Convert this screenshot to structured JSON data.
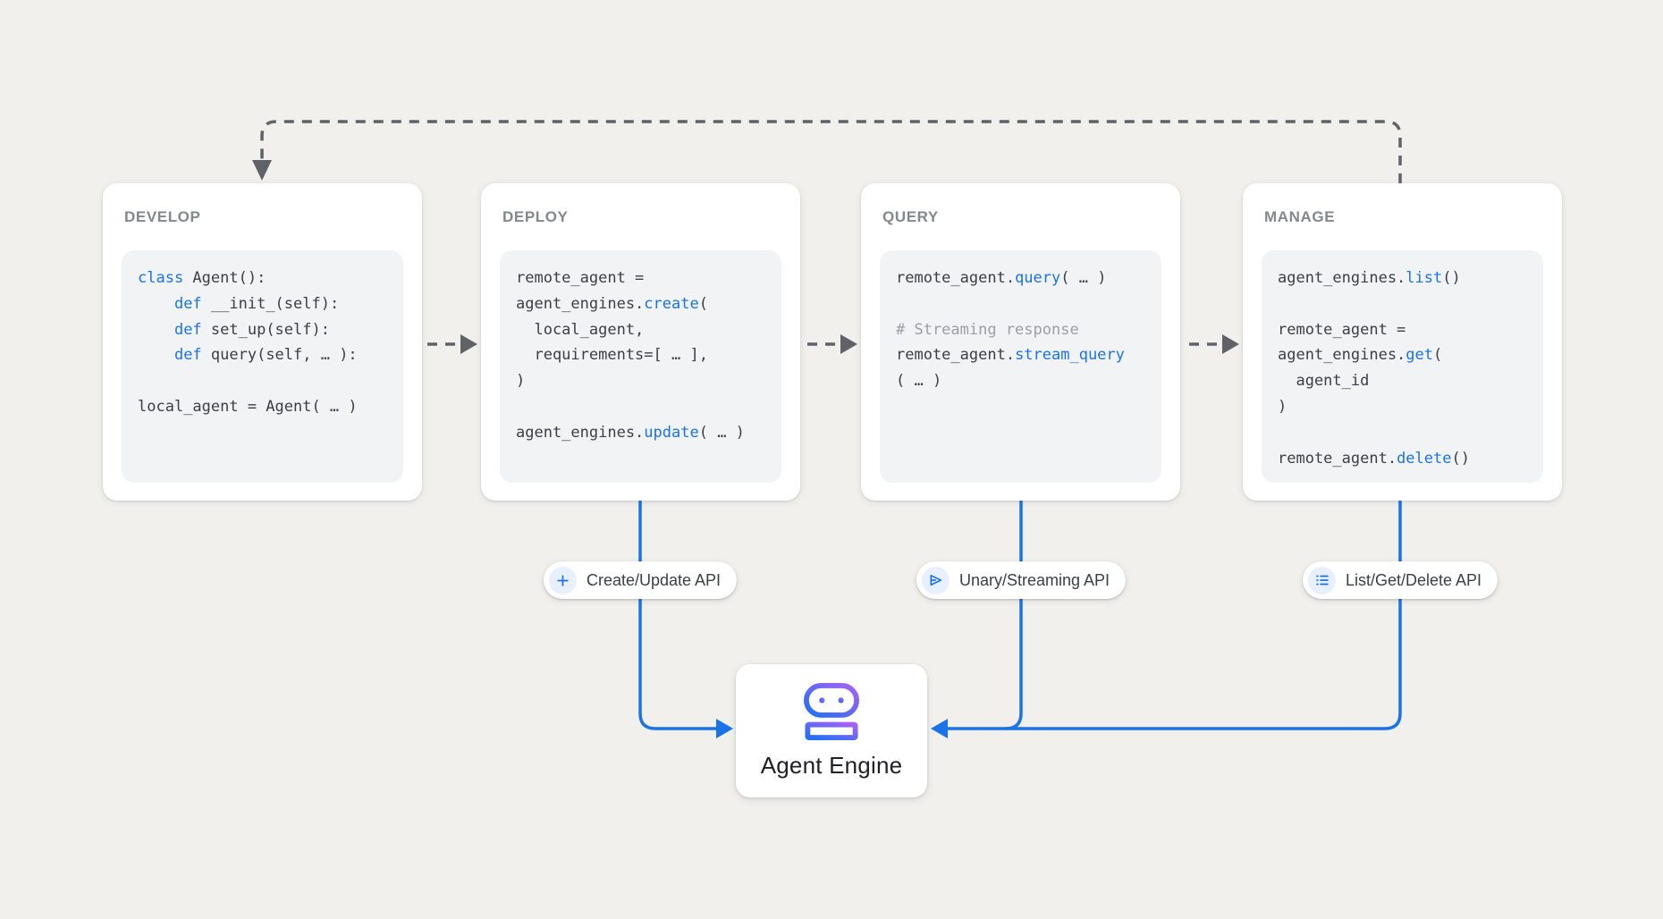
{
  "colors": {
    "background": "#f1f0ed",
    "card_bg": "#ffffff",
    "code_bg": "#f1f3f4",
    "code_text": "#3c4043",
    "code_keyword": "#1a73e8",
    "code_comment": "#9aa0a6",
    "title_text": "#84888c",
    "connector_gray": "#5f6368",
    "connector_blue": "#1a73e8",
    "pill_icon_bg": "#e8f0fe",
    "robot_gradient_start": "#2070f4",
    "robot_gradient_end": "#a862f8"
  },
  "cards": [
    {
      "title": "DEVELOP",
      "code": [
        [
          {
            "t": "class",
            "c": "k"
          },
          {
            "t": " Agent():"
          }
        ],
        [
          {
            "t": "    "
          },
          {
            "t": "def",
            "c": "k"
          },
          {
            "t": " __init_(self):"
          }
        ],
        [
          {
            "t": "    "
          },
          {
            "t": "def",
            "c": "k"
          },
          {
            "t": " set_up(self):"
          }
        ],
        [
          {
            "t": "    "
          },
          {
            "t": "def",
            "c": "k"
          },
          {
            "t": " query(self, … ):"
          }
        ],
        [],
        [
          {
            "t": "local_agent = Agent( … )"
          }
        ]
      ]
    },
    {
      "title": "DEPLOY",
      "code": [
        [
          {
            "t": "remote_agent ="
          }
        ],
        [
          {
            "t": "agent_engines."
          },
          {
            "t": "create",
            "c": "k"
          },
          {
            "t": "("
          }
        ],
        [
          {
            "t": "  local_agent,"
          }
        ],
        [
          {
            "t": "  requirements=[ … ],"
          }
        ],
        [
          {
            "t": ")"
          }
        ],
        [],
        [
          {
            "t": "agent_engines."
          },
          {
            "t": "update",
            "c": "k"
          },
          {
            "t": "( … )"
          }
        ]
      ]
    },
    {
      "title": "QUERY",
      "code": [
        [
          {
            "t": "remote_agent."
          },
          {
            "t": "query",
            "c": "k"
          },
          {
            "t": "( … )"
          }
        ],
        [],
        [
          {
            "t": "# Streaming response",
            "c": "c"
          }
        ],
        [
          {
            "t": "remote_agent."
          },
          {
            "t": "stream_query",
            "c": "k"
          }
        ],
        [
          {
            "t": "( … )"
          }
        ]
      ]
    },
    {
      "title": "MANAGE",
      "code": [
        [
          {
            "t": "agent_engines."
          },
          {
            "t": "list",
            "c": "k"
          },
          {
            "t": "()"
          }
        ],
        [],
        [
          {
            "t": "remote_agent ="
          }
        ],
        [
          {
            "t": "agent_engines."
          },
          {
            "t": "get",
            "c": "k"
          },
          {
            "t": "("
          }
        ],
        [
          {
            "t": "  agent_id"
          }
        ],
        [
          {
            "t": ")"
          }
        ],
        [],
        [
          {
            "t": "remote_agent."
          },
          {
            "t": "delete",
            "c": "k"
          },
          {
            "t": "()"
          }
        ]
      ]
    }
  ],
  "pills": [
    {
      "label": "Create/Update API",
      "icon": "plus-icon"
    },
    {
      "label": "Unary/Streaming API",
      "icon": "send-icon"
    },
    {
      "label": "List/Get/Delete API",
      "icon": "list-icon"
    }
  ],
  "engine": {
    "label": "Agent Engine",
    "icon": "robot-icon"
  }
}
